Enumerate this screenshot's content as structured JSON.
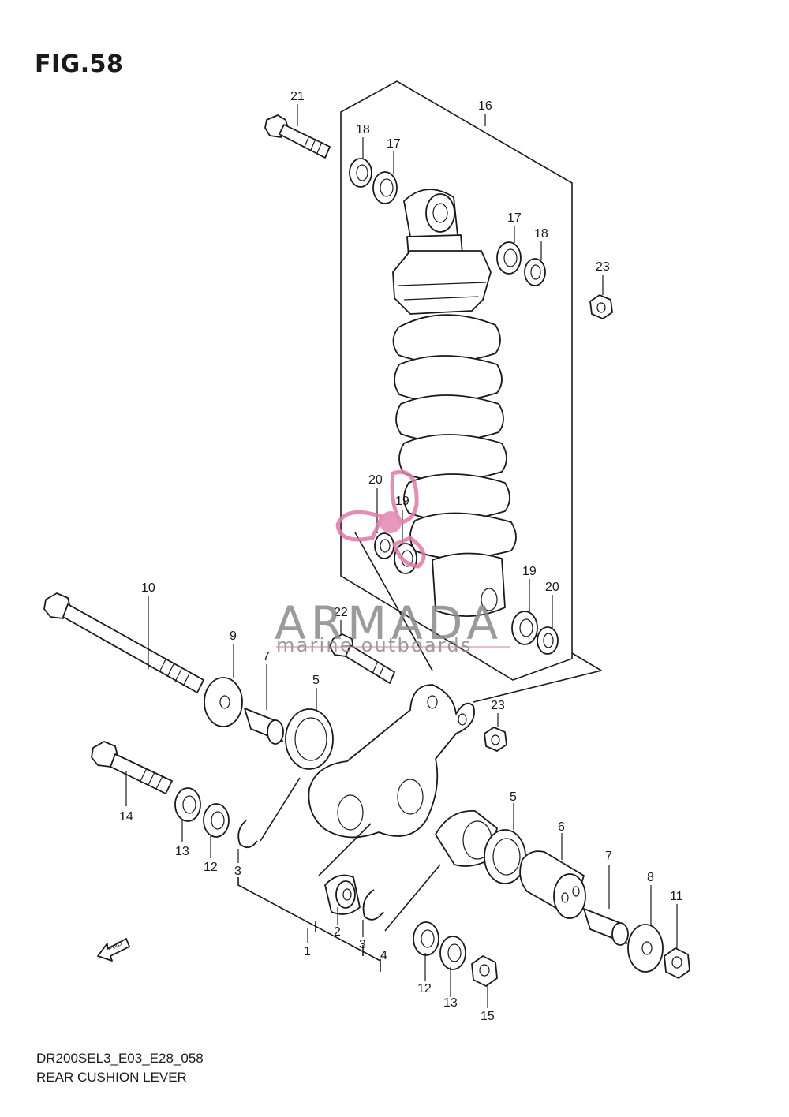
{
  "figure": {
    "title": "FIG.58"
  },
  "footer": {
    "code": "DR200SEL3_E03_E28_058",
    "name": "REAR CUSHION LEVER"
  },
  "watermark": {
    "brand": "ARMADA",
    "tagline": "marine outboards",
    "brand_color": "#8a8a8a",
    "logo_color": "#e07aa8"
  },
  "fwd_label": "FWD",
  "callouts": [
    {
      "id": "c21a",
      "text": "21"
    },
    {
      "id": "c16",
      "text": "16"
    },
    {
      "id": "c18a",
      "text": "18"
    },
    {
      "id": "c17a",
      "text": "17"
    },
    {
      "id": "c17b",
      "text": "17"
    },
    {
      "id": "c18b",
      "text": "18"
    },
    {
      "id": "c23a",
      "text": "23"
    },
    {
      "id": "c20a",
      "text": "20"
    },
    {
      "id": "c19a",
      "text": "19"
    },
    {
      "id": "c10",
      "text": "10"
    },
    {
      "id": "c22",
      "text": "22"
    },
    {
      "id": "c19b",
      "text": "19"
    },
    {
      "id": "c20b",
      "text": "20"
    },
    {
      "id": "c9",
      "text": "9"
    },
    {
      "id": "c7a",
      "text": "7"
    },
    {
      "id": "c5a",
      "text": "5"
    },
    {
      "id": "c23b",
      "text": "23"
    },
    {
      "id": "c14",
      "text": "14"
    },
    {
      "id": "c13a",
      "text": "13"
    },
    {
      "id": "c12a",
      "text": "12"
    },
    {
      "id": "c3a",
      "text": "3"
    },
    {
      "id": "c5b",
      "text": "5"
    },
    {
      "id": "c6",
      "text": "6"
    },
    {
      "id": "c7b",
      "text": "7"
    },
    {
      "id": "c8",
      "text": "8"
    },
    {
      "id": "c11",
      "text": "11"
    },
    {
      "id": "c1",
      "text": "1"
    },
    {
      "id": "c2",
      "text": "2"
    },
    {
      "id": "c3b",
      "text": "3"
    },
    {
      "id": "c4",
      "text": "4"
    },
    {
      "id": "c12b",
      "text": "12"
    },
    {
      "id": "c13b",
      "text": "13"
    },
    {
      "id": "c15",
      "text": "15"
    }
  ]
}
